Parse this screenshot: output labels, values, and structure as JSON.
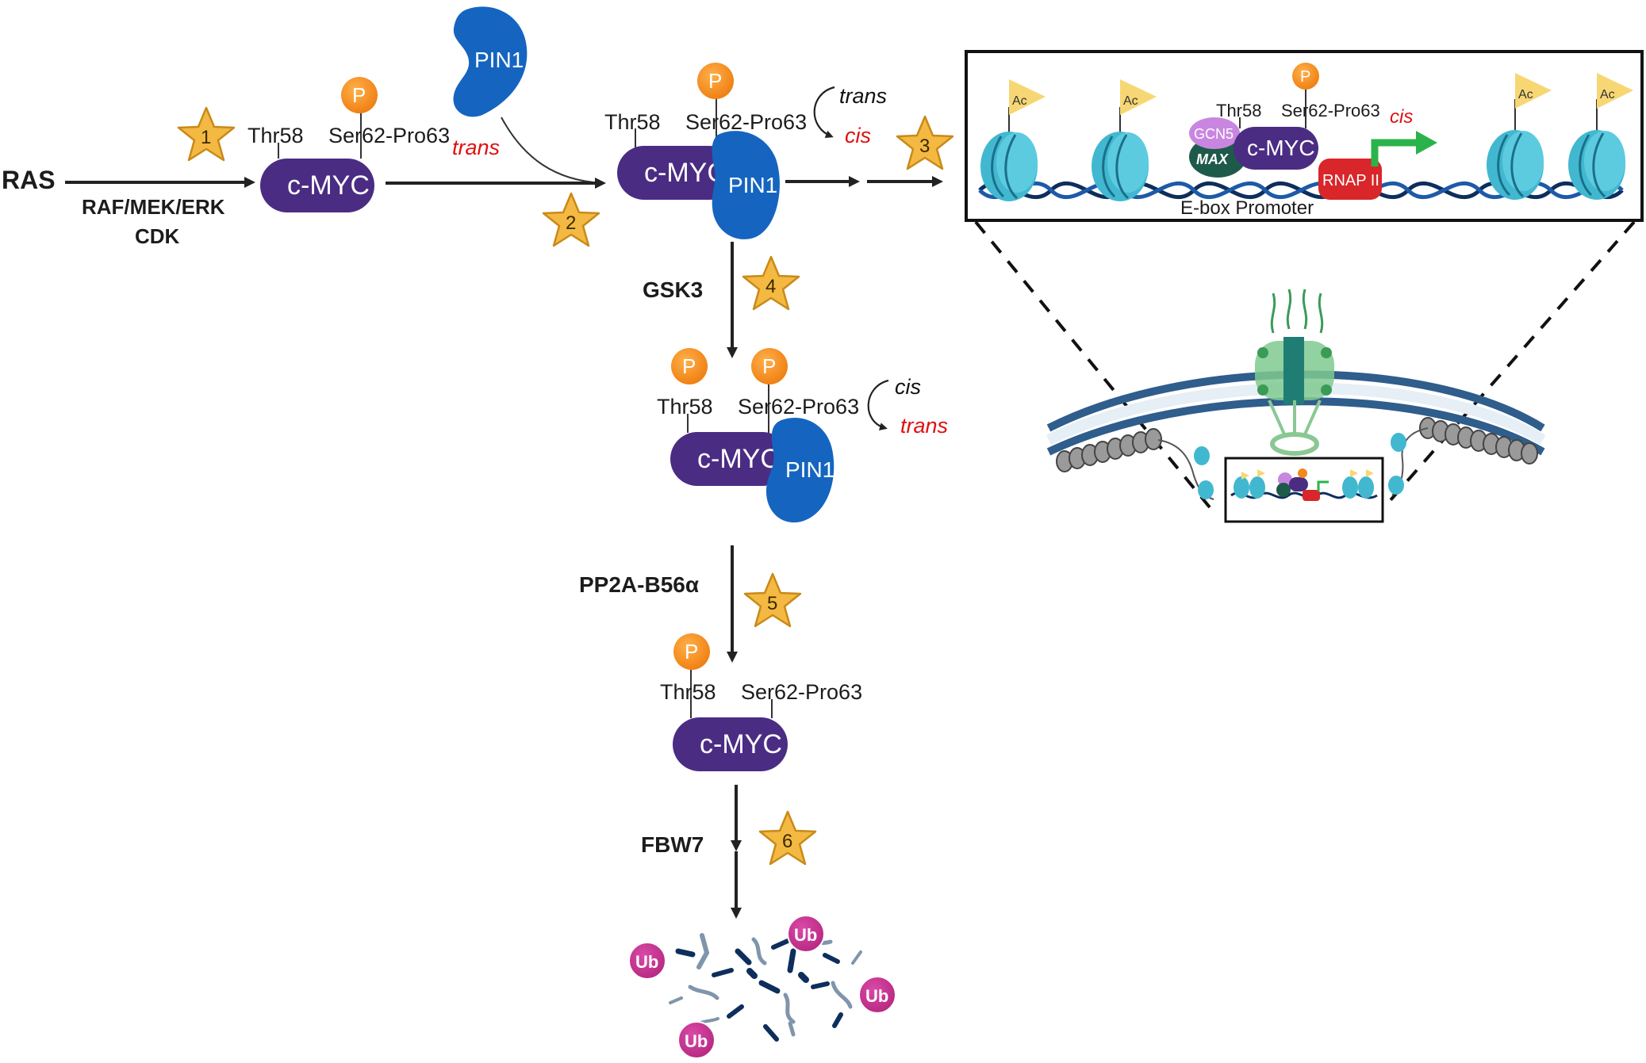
{
  "diagram": {
    "upstream": {
      "ras": "RAS",
      "kinases": "RAF/MEK/ERK",
      "cdk": "CDK"
    },
    "sites": {
      "thr": "Thr58",
      "ser": "Ser62-Pro63"
    },
    "protein": "c-MYC",
    "pin1": "PIN1",
    "phospho": "P",
    "isomers": {
      "trans": "trans",
      "cis": "cis"
    },
    "enzymes": {
      "gsk3": "GSK3",
      "pp2a": "PP2A-B56α",
      "fbw7": "FBW7"
    },
    "steps": [
      "1",
      "2",
      "3",
      "4",
      "5",
      "6"
    ],
    "promoter": {
      "gcn5": "GCN5",
      "max": "MAX",
      "rnap": "RNAP II",
      "label": "E-box Promoter",
      "acetyl": "Ac"
    },
    "ubiquitin": "Ub",
    "colors": {
      "myc": "#4b2c83",
      "pin1": "#1565c0",
      "phospho": "#f28a1b",
      "star": "#f4b942",
      "ub": "#c2308f",
      "red_text": "#e01010",
      "rnap": "#d8262a",
      "arrow_green": "#2ab34a",
      "nucleosome": "#41b8d0",
      "dna": "#0e2e5c"
    }
  }
}
